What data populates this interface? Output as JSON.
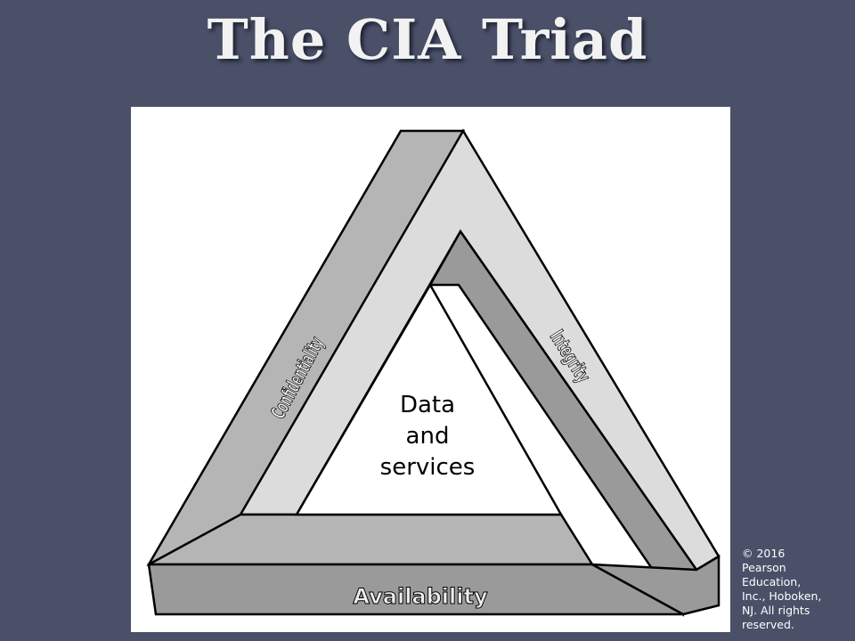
{
  "slide": {
    "title": "The CIA Triad",
    "copyright": "© 2016\nPearson\nEducation,\nInc., Hoboken,\nNJ.  All rights\nreserved."
  },
  "diagram": {
    "center_label_lines": [
      "Data",
      "and",
      "services"
    ],
    "sides": {
      "confidentiality": "Confidentiality",
      "integrity": "Integrity",
      "availability": "Availability"
    },
    "colors": {
      "left_bar": "#b5b5b5",
      "right_bar": "#dcdcdc",
      "inner_right": "#9a9a9a",
      "bottom_bar": "#b5b5b5",
      "bottom_front": "#9a9a9a",
      "outline": "#000000"
    }
  }
}
